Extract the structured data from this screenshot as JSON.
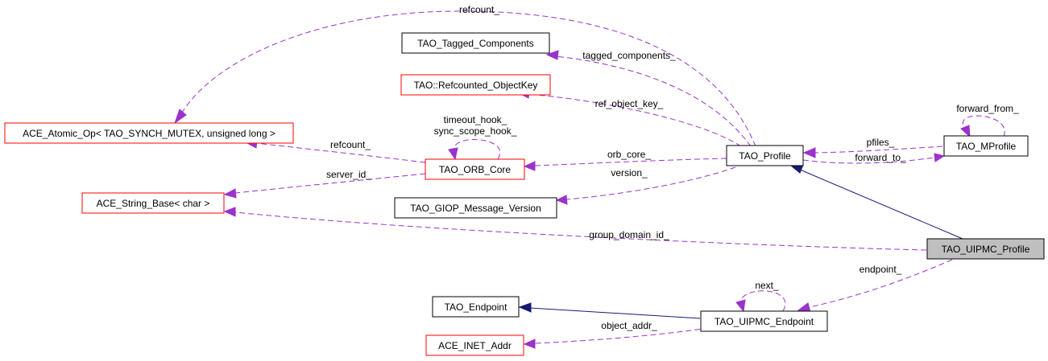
{
  "colors": {
    "node_border_black": "#000000",
    "node_border_red": "#ff0000",
    "node_fill": "#ffffff",
    "focus_fill": "#bfbfbf",
    "dashed_edge": "#9a32cd",
    "inheritance_edge": "#191970"
  },
  "nodes": {
    "tagged_components": "TAO_Tagged_Components",
    "refcounted_objectkey": "TAO::Refcounted_ObjectKey",
    "atomic_op": "ACE_Atomic_Op< TAO_SYNCH_MUTEX, unsigned long >",
    "orb_core": "TAO_ORB_Core",
    "string_base": "ACE_String_Base< char >",
    "giop_message_version": "TAO_GIOP_Message_Version",
    "profile": "TAO_Profile",
    "mprofile": "TAO_MProfile",
    "uipmc_profile": "TAO_UIPMC_Profile",
    "endpoint": "TAO_Endpoint",
    "uipmc_endpoint": "TAO_UIPMC_Endpoint",
    "inet_addr": "ACE_INET_Addr"
  },
  "edges": {
    "refcount_top": "refcount_",
    "tagged_components": "tagged_components_",
    "ref_object_key": "ref_object_key_",
    "forward_from": "forward_from_",
    "pfiles": "pfiles_",
    "forward_to": "forward_to_",
    "timeout_hook": "timeout_hook_",
    "sync_scope_hook": "sync_scope_hook_",
    "refcount": "refcount_",
    "orb_core": "orb_core_",
    "server_id": "server_id_",
    "version": "version_",
    "group_domain_id": "group_domain_id_",
    "endpoint": "endpoint_",
    "next": "next_",
    "object_addr": "object_addr_"
  }
}
